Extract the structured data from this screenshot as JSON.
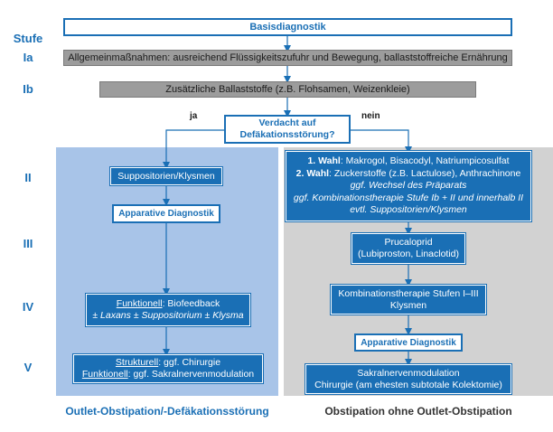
{
  "levels": {
    "header": "Stufe",
    "ia": "Ia",
    "ib": "Ib",
    "ii": "II",
    "iii": "III",
    "iv": "IV",
    "v": "V"
  },
  "top": {
    "basis": "Basisdiagnostik",
    "ia_text": "Allgemeinmaßnahmen: ausreichend Flüssigkeitszufuhr und Bewegung, ballaststoffreiche Ernährung",
    "ib_text": "Zusätzliche Ballaststoffe (z.B. Flohsamen, Weizenkleie)",
    "question_line1": "Verdacht auf",
    "question_line2": "Defäkationsstörung?",
    "yes": "ja",
    "no": "nein"
  },
  "left": {
    "supp": "Suppositorien/Klysmen",
    "app_diag": "Apparative Diagnostik",
    "func_label": "Funktionell",
    "func_text": ": Biofeedback",
    "func_line2": "± Laxans ± Suppositorium ± Klysma",
    "struct_label": "Strukturell",
    "struct_text": ": ggf. Chirurgie",
    "func2_label": "Funktionell",
    "func2_text": ": ggf. Sakralnervenmodulation",
    "footer": "Outlet-Obstipation/-Defäkationsstörung"
  },
  "right": {
    "first_label": "1. Wahl",
    "first_text": ": Makrogol, Bisacodyl, Natriumpicosulfat",
    "second_label": "2. Wahl",
    "second_text": ": Zuckerstoffe (z.B. Lactulose), Anthrachinone",
    "line3": "ggf. Wechsel des Präparats",
    "line4": "ggf. Kombinationstherapie Stufe Ib + II und innerhalb II",
    "line5": "evtl. Suppositorien/Klysmen",
    "pruc_line1": "Prucaloprid",
    "pruc_line2": "(Lubiproston, Linaclotid)",
    "combo_line1": "Kombinationstherapie Stufen I–III",
    "combo_line2": "Klysmen",
    "app_diag": "Apparative Diagnostik",
    "sakral_line1": "Sakralnervenmodulation",
    "sakral_line2": "Chirurgie (am ehesten subtotale Kolektomie)",
    "footer": "Obstipation ohne Outlet-Obstipation"
  },
  "colors": {
    "accent": "#1a6fb5",
    "left_panel": "#a8c4e8",
    "right_panel": "#d2d2d2",
    "gray_bar": "#9c9c9c"
  }
}
